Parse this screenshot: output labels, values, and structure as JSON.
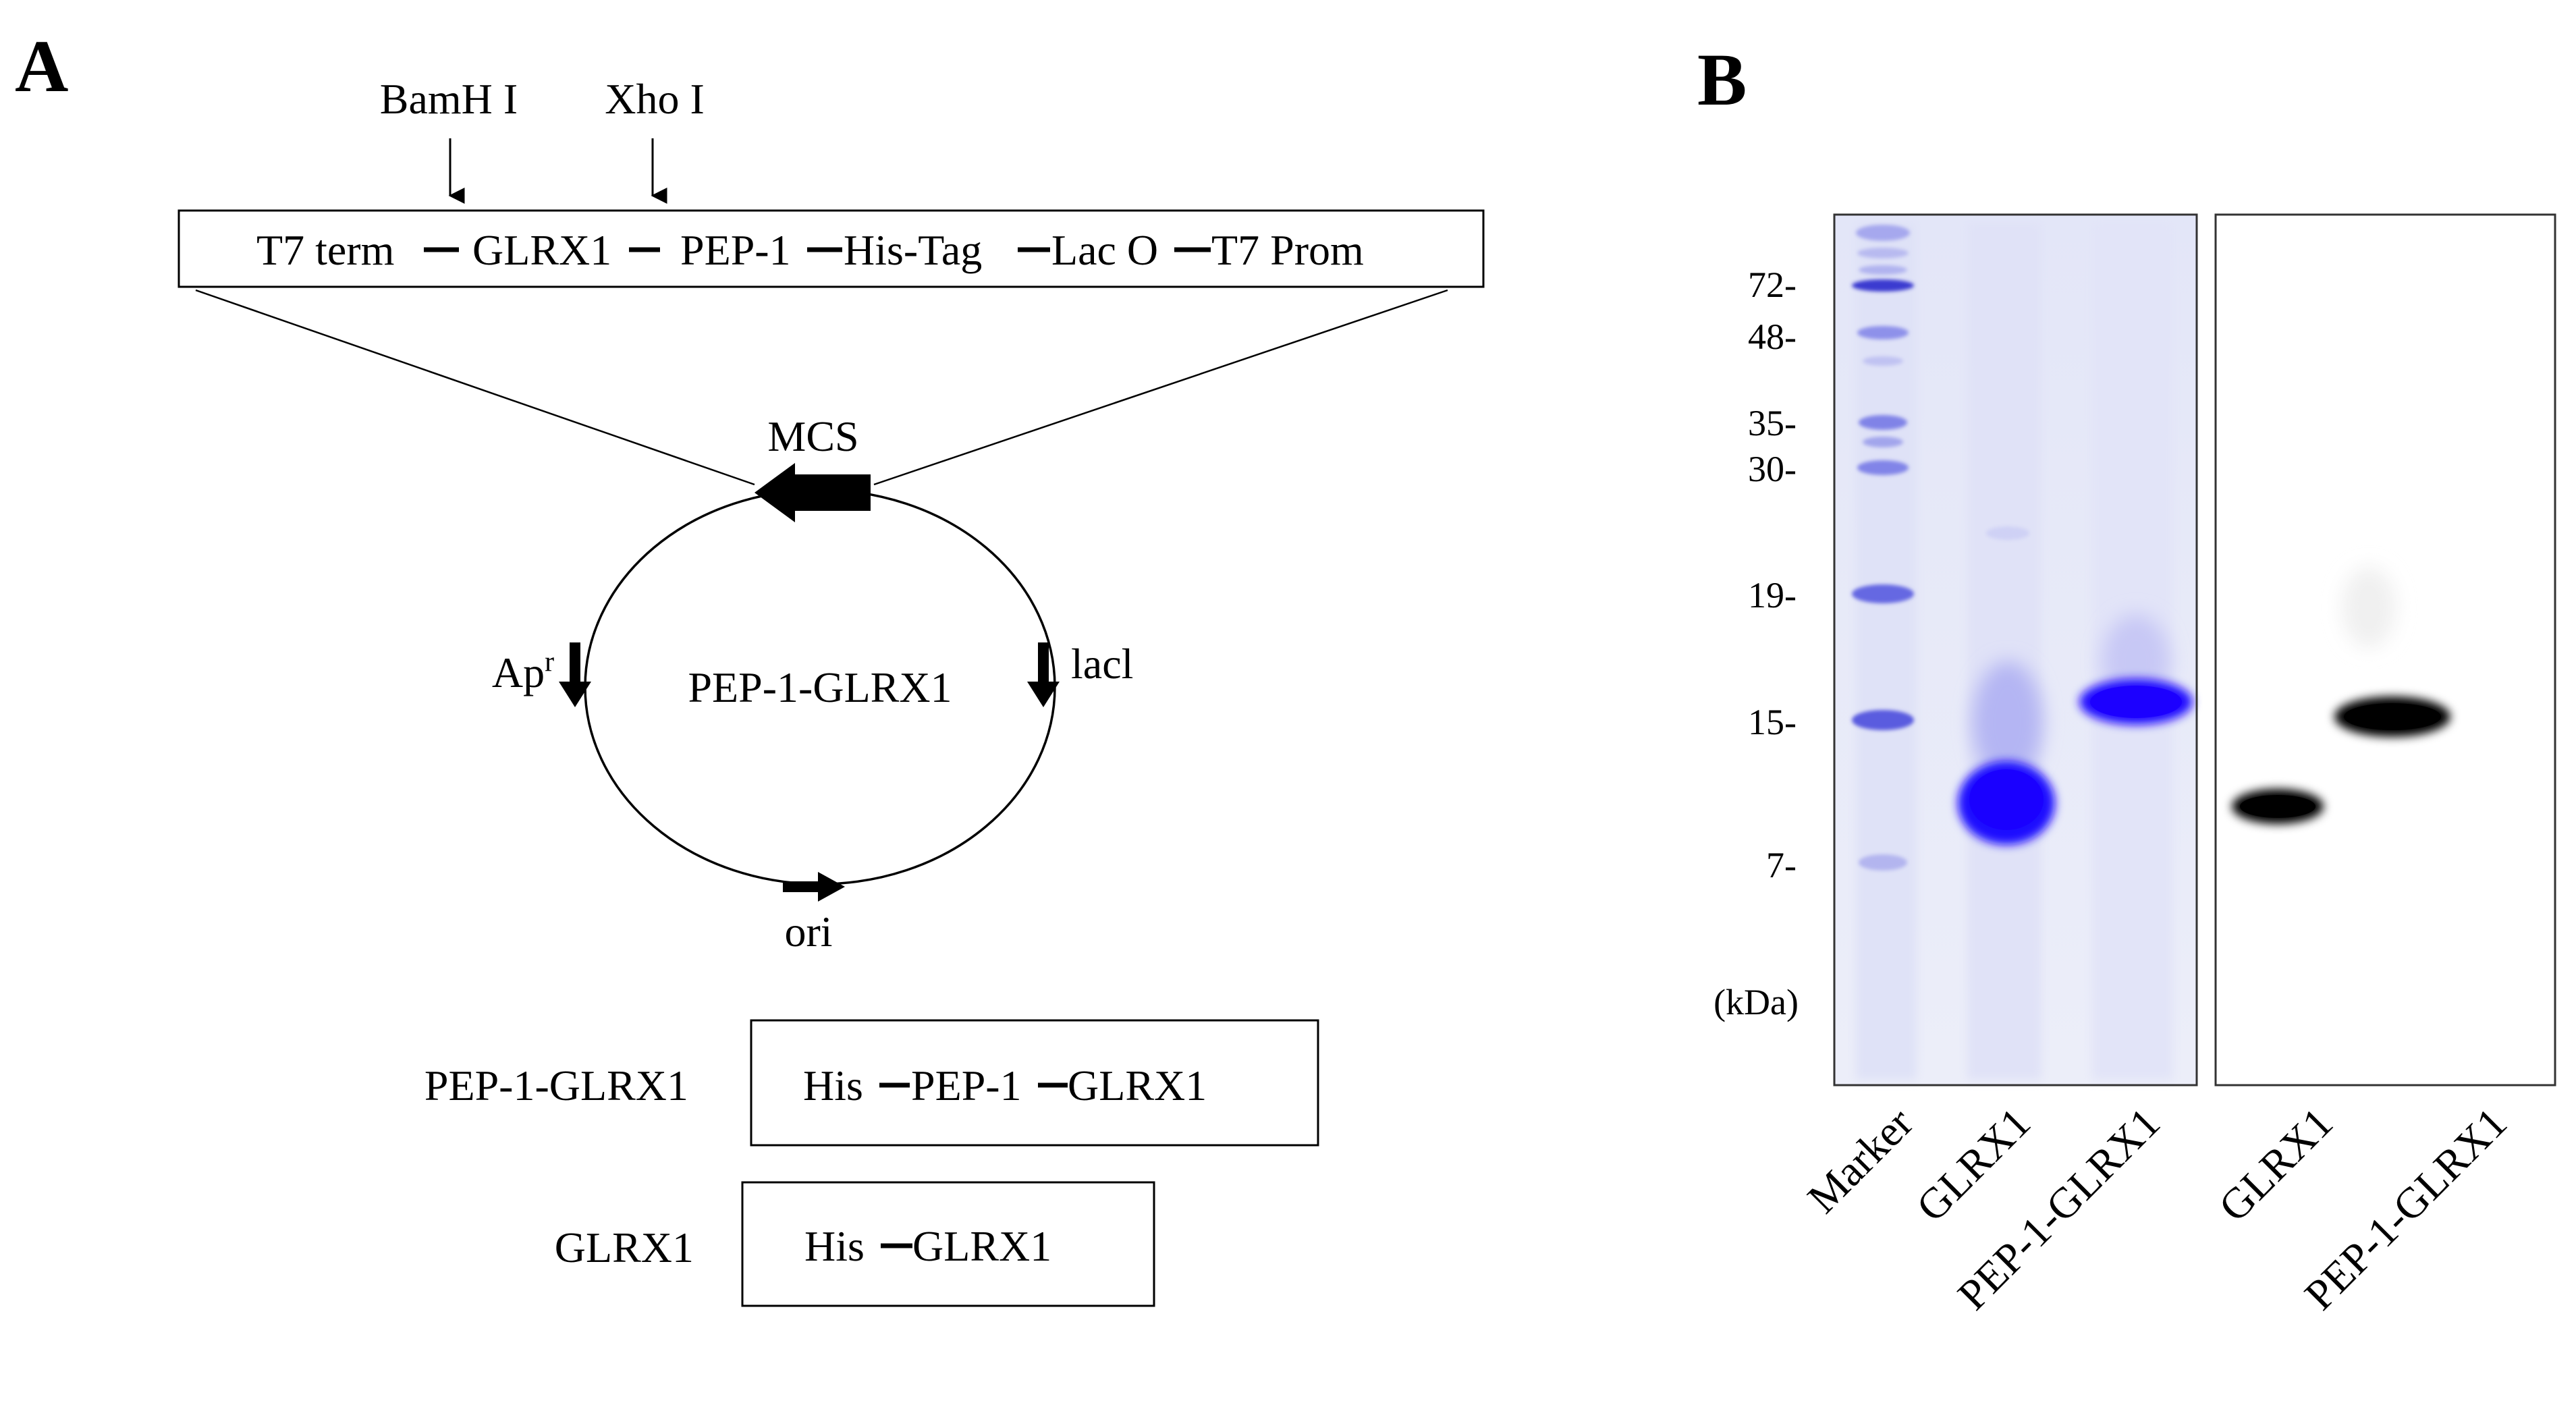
{
  "panel_a": {
    "label": "A",
    "restriction_sites": [
      "BamH I",
      "Xho I"
    ],
    "construct": {
      "parts": [
        "T7 term",
        "GLRX1",
        "PEP-1",
        "His-Tag",
        "Lac O",
        "T7 Prom"
      ]
    },
    "plasmid": {
      "name": "PEP-1-GLRX1",
      "features": {
        "mcs": "MCS",
        "apr_base": "Ap",
        "apr_superscript": "r",
        "lacl": "lacl",
        "ori": "ori"
      }
    },
    "proteins": [
      {
        "name": "PEP-1-GLRX1",
        "parts": [
          "His",
          "PEP-1",
          "GLRX1"
        ]
      },
      {
        "name": "GLRX1",
        "parts": [
          "His",
          "GLRX1"
        ]
      }
    ]
  },
  "panel_b": {
    "label": "B",
    "markers": [
      {
        "label": "72-",
        "kda": 72
      },
      {
        "label": "48-",
        "kda": 48
      },
      {
        "label": "35-",
        "kda": 35
      },
      {
        "label": "30-",
        "kda": 30
      },
      {
        "label": "19-",
        "kda": 19
      },
      {
        "label": "15-",
        "kda": 15
      },
      {
        "label": "7-",
        "kda": 7
      }
    ],
    "unit_label": "(kDa)",
    "gel_lanes": [
      "Marker",
      "GLRX1",
      "PEP-1-GLRX1"
    ],
    "blot_lanes": [
      "GLRX1",
      "PEP-1-GLRX1"
    ],
    "gel_color": "#1f10ff",
    "gel_background": "#e8ebf9",
    "blot_band_color": "#000000"
  }
}
